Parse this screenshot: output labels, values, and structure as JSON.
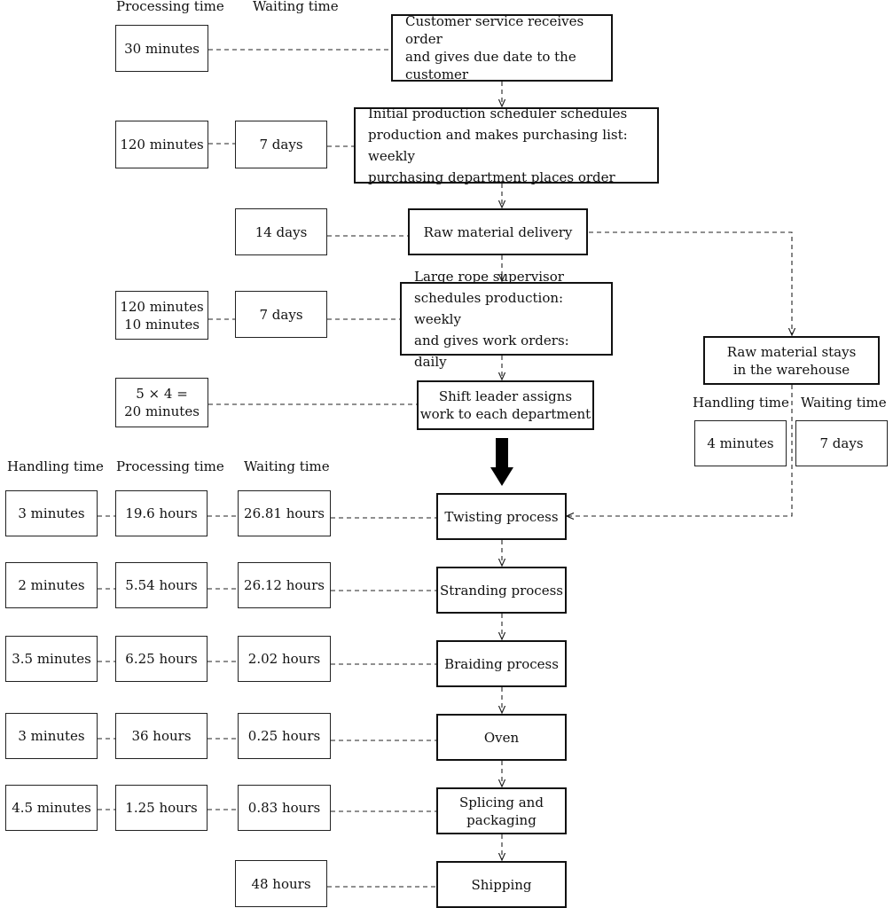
{
  "headers": {
    "top_processing": "Processing time",
    "top_waiting": "Waiting time",
    "left_handling": "Handling time",
    "left_processing": "Processing time",
    "left_waiting": "Waiting time",
    "warehouse_handling": "Handling time",
    "warehouse_waiting": "Waiting time"
  },
  "flow": {
    "customer_service": "Customer service receives order\nand gives due date to the\ncustomer",
    "initial_scheduler": "Initial production scheduler schedules\nproduction and makes purchasing list: weekly\npurchasing department places order",
    "raw_material_delivery": "Raw material delivery",
    "large_rope_supervisor": "Large rope supervisor\nschedules production: weekly\nand gives work orders: daily",
    "shift_leader": "Shift leader assigns\nwork to each department",
    "twisting": "Twisting process",
    "stranding": "Stranding process",
    "braiding": "Braiding process",
    "oven": "Oven",
    "splicing": "Splicing and\npackaging",
    "shipping": "Shipping"
  },
  "warehouse": {
    "label": "Raw material stays\nin the warehouse",
    "handling": "4 minutes",
    "waiting": "7 days"
  },
  "top_times": {
    "customer_processing": "30 minutes",
    "scheduler_processing": "120 minutes",
    "scheduler_waiting": "7 days",
    "delivery_waiting": "14 days",
    "supervisor_processing": "120 minutes\n10 minutes",
    "supervisor_waiting": "7 days",
    "shift_processing": "5 × 4 =\n20 minutes"
  },
  "process_times": [
    {
      "handling": "3 minutes",
      "processing": "19.6 hours",
      "waiting": "26.81 hours"
    },
    {
      "handling": "2 minutes",
      "processing": "5.54 hours",
      "waiting": "26.12 hours"
    },
    {
      "handling": "3.5 minutes",
      "processing": "6.25 hours",
      "waiting": "2.02 hours"
    },
    {
      "handling": "3 minutes",
      "processing": "36 hours",
      "waiting": "0.25 hours"
    },
    {
      "handling": "4.5 minutes",
      "processing": "1.25 hours",
      "waiting": "0.83 hours"
    }
  ],
  "shipping_waiting": "48 hours"
}
